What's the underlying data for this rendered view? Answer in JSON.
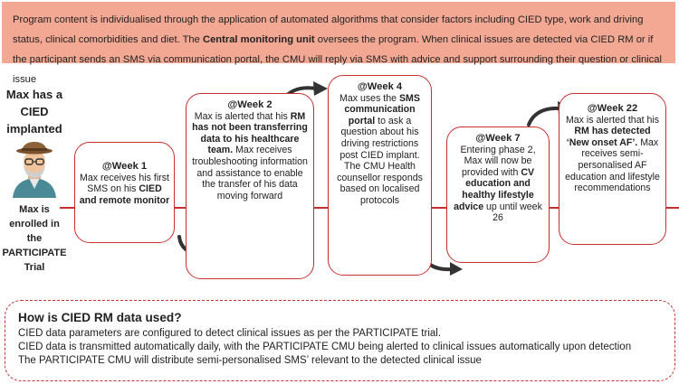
{
  "banner": {
    "text1": "Program content is individualised through the application of automated algorithms that consider factors including CIED type, work and driving status, clinical comorbidities and diet. The ",
    "bold1": "Central monitoring unit",
    "text2": " oversees the program. When clinical issues are detected via CIED RM or if the participant sends an SMS via communication portal, the CMU will reply via SMS with advice and support surrounding their question or clinical issue"
  },
  "person": {
    "title": "Max has a CIED implanted",
    "subtitle": "Max is enrolled in the PARTICIPATE Trial",
    "icon": "elderly-man-avatar-icon"
  },
  "timeline": [
    {
      "week": "@Week 1",
      "parts": [
        {
          "t": "Max receives his first SMS on his "
        },
        {
          "b": "CIED and remote monitor"
        }
      ]
    },
    {
      "week": "@Week 2",
      "parts": [
        {
          "t": "Max is alerted that his "
        },
        {
          "b": "RM has not been transferring data to his healthcare team."
        },
        {
          "t": " Max receives troubleshooting information and assistance to enable the transfer of his data moving forward"
        }
      ]
    },
    {
      "week": "@Week 4",
      "parts": [
        {
          "t": "Max uses the "
        },
        {
          "b": "SMS communication portal"
        },
        {
          "t": " to ask a question about his driving restrictions post CIED implant. The CMU Health counsellor responds based on localised protocols"
        }
      ]
    },
    {
      "week": "@Week 7",
      "parts": [
        {
          "t": "Entering phase 2, Max will now be provided with "
        },
        {
          "b": "CV education and healthy lifestyle advice"
        },
        {
          "t": " up until week 26"
        }
      ]
    },
    {
      "week": "@Week 22",
      "parts": [
        {
          "t": "Max is alerted that his "
        },
        {
          "b": "RM has detected ‘New onset AF’."
        },
        {
          "t": " Max receives semi-personalised AF education and lifestyle recommendations"
        }
      ]
    }
  ],
  "info": {
    "title": "How is CIED RM data used?",
    "lines": [
      "CIED data parameters are configured to detect clinical issues as per the PARTICIPATE trial.",
      "CIED data is transmitted automatically daily, with the PARTICIPATE CMU being alerted to clinical issues automatically upon detection",
      "The PARTICIPATE CMU will distribute semi-personalised SMS’ relevant to the detected clinical issue"
    ]
  },
  "colors": {
    "banner_bg": "#f3a894",
    "accent": "#c7302e",
    "arrow": "#333333"
  }
}
